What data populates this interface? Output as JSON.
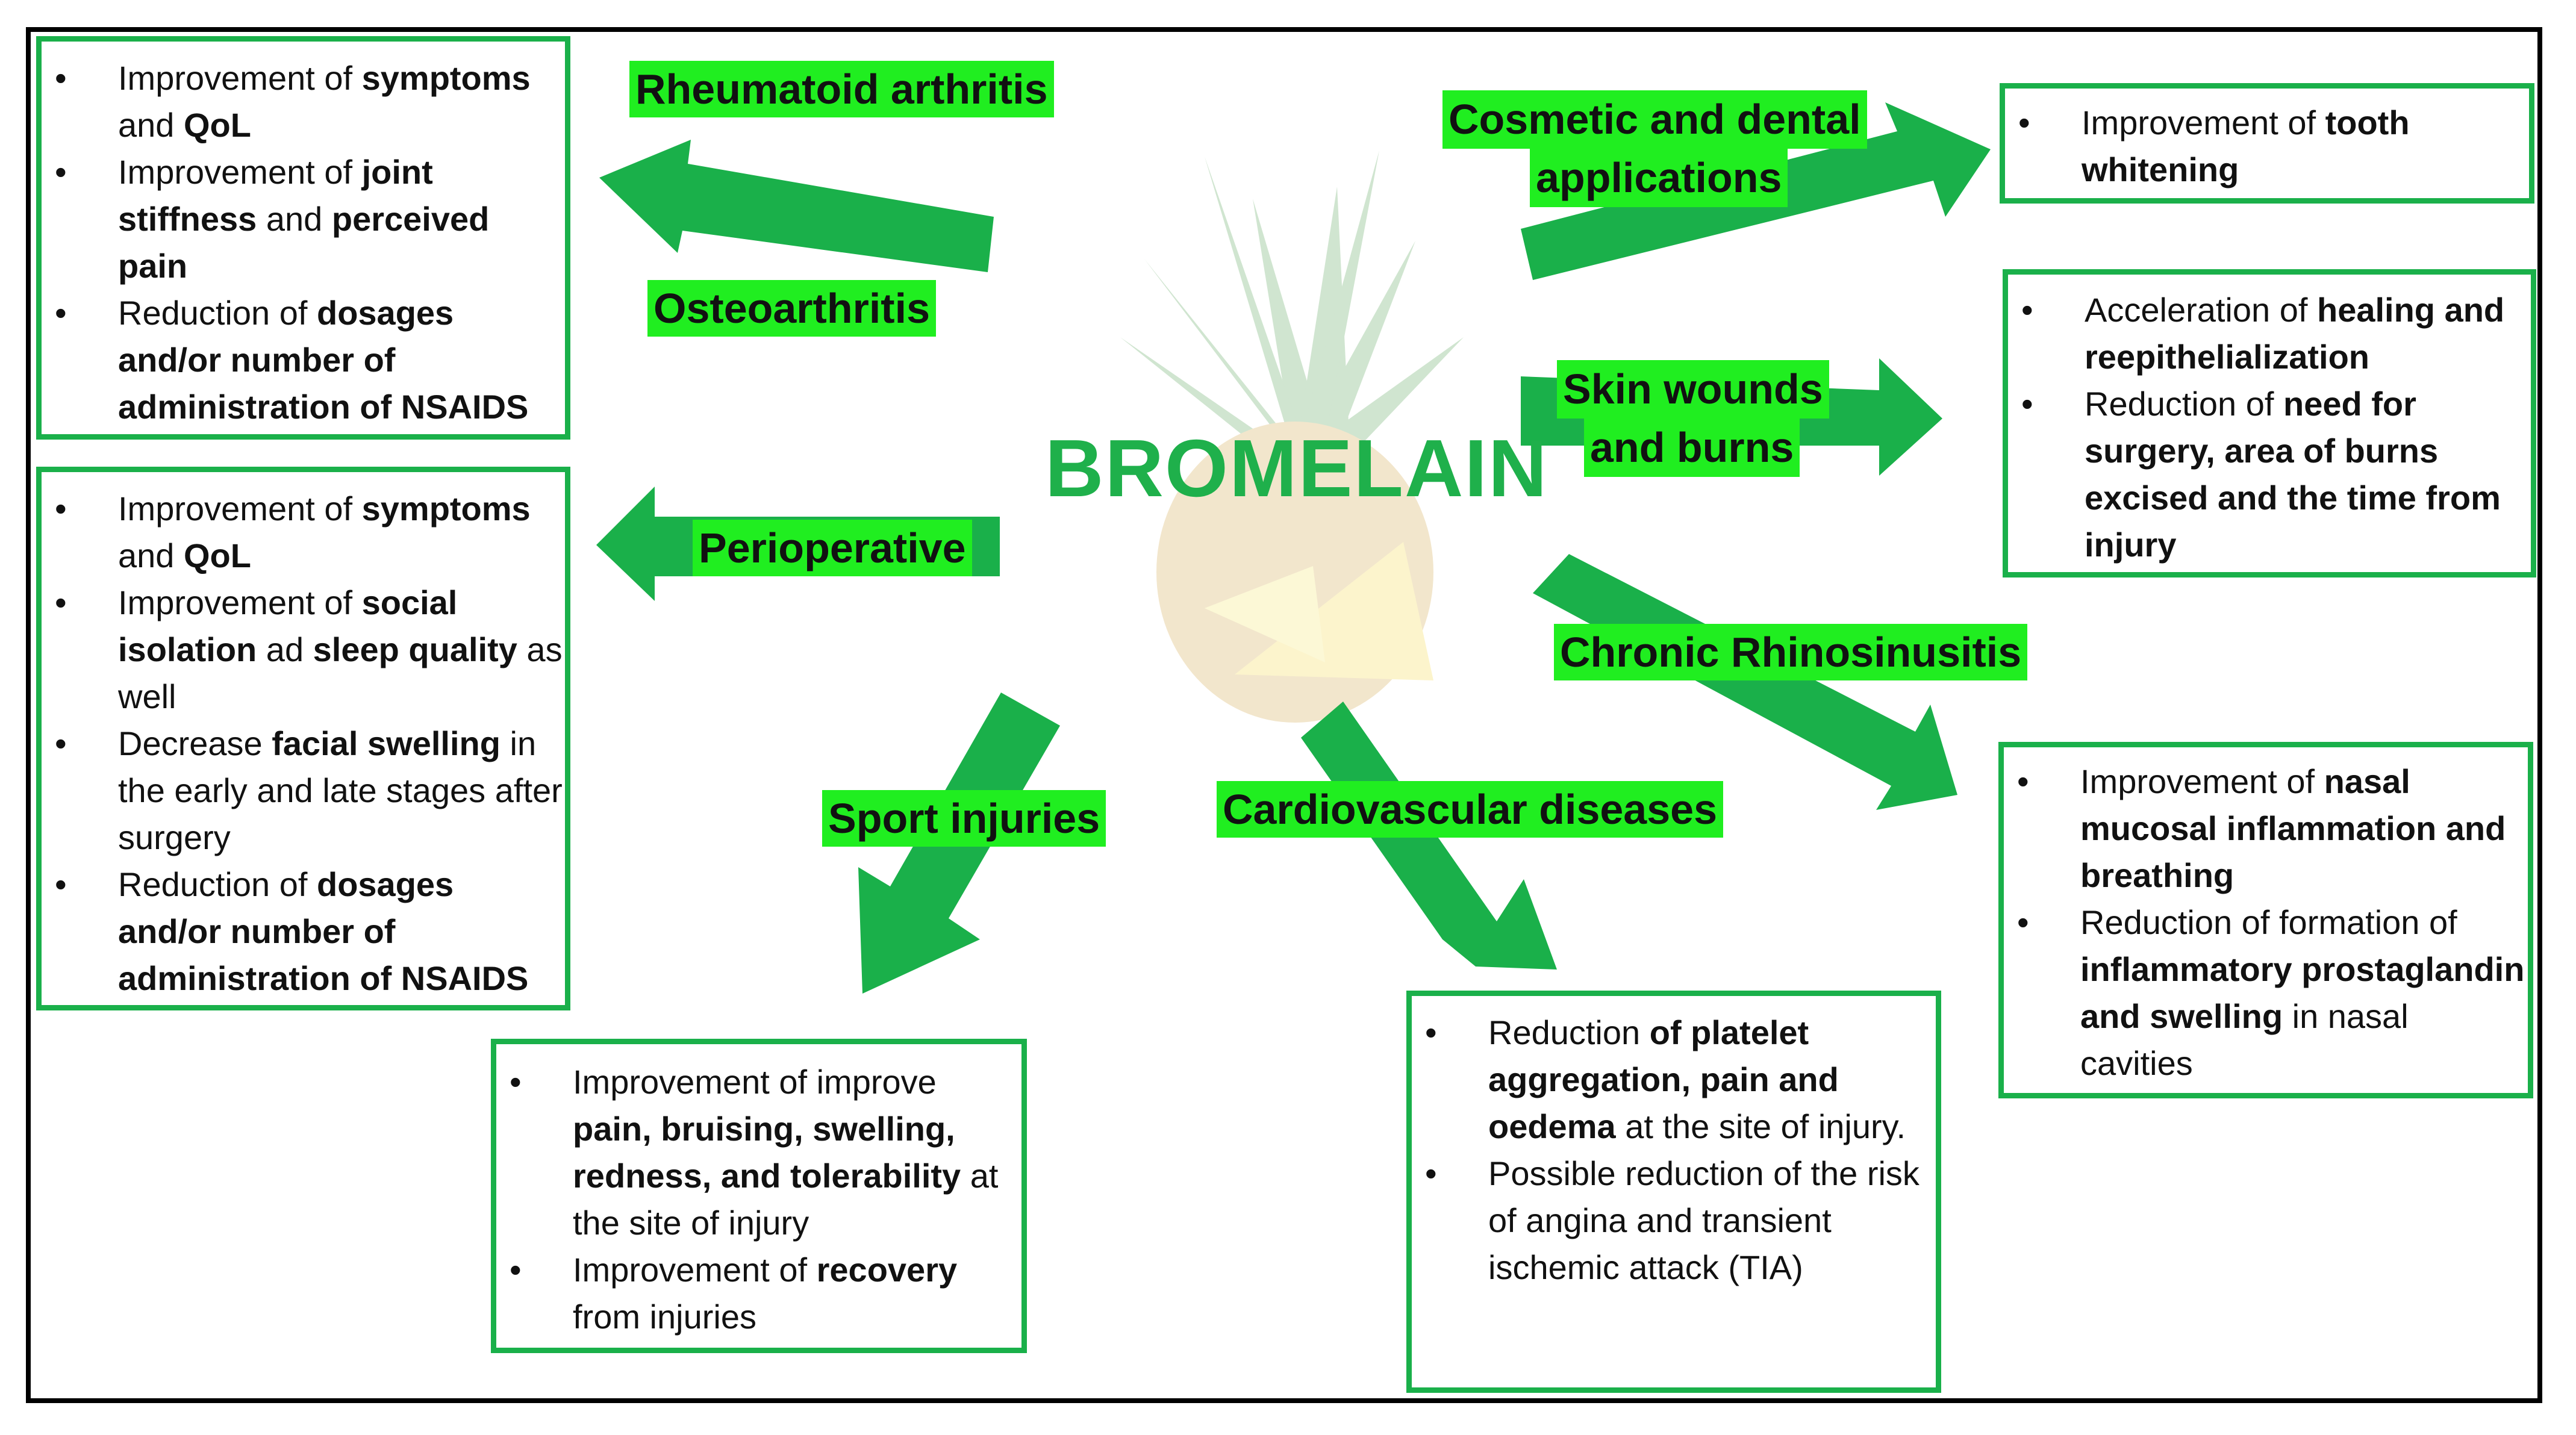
{
  "title": "BROMELAIN",
  "colors": {
    "arrow": "#1ab04a",
    "label_bg": "#20ee20",
    "title": "#1fb04b",
    "box_border": "#1ab04a"
  },
  "labels": {
    "rheumatoid": "Rheumatoid arthritis",
    "osteoarthritis": "Osteoarthritis",
    "perioperative": "Perioperative",
    "sport": "Sport injuries",
    "cardio": "Cardiovascular diseases",
    "cosmetic_1": "Cosmetic and dental",
    "cosmetic_2": "applications",
    "skin_1": "Skin wounds",
    "skin_2": "and burns",
    "rhino": "Chronic Rhinosinusitis"
  },
  "boxes": {
    "arthritis": [
      {
        "parts": [
          [
            "Improvement of",
            false
          ],
          [
            " ",
            false
          ],
          [
            "symptoms",
            true
          ],
          [
            " and ",
            false
          ],
          [
            "QoL",
            true
          ]
        ]
      },
      {
        "parts": [
          [
            "Improvement of ",
            false
          ],
          [
            "joint stiffness",
            true
          ],
          [
            " and ",
            false
          ],
          [
            "perceived pain",
            true
          ]
        ]
      },
      {
        "parts": [
          [
            "Reduction of ",
            false
          ],
          [
            "dosages and/or number of administration of NSAIDS",
            true
          ]
        ]
      }
    ],
    "perioperative": [
      {
        "parts": [
          [
            "Improvement of",
            false
          ],
          [
            " ",
            false
          ],
          [
            "symptoms",
            true
          ],
          [
            " and ",
            false
          ],
          [
            "QoL",
            true
          ]
        ]
      },
      {
        "parts": [
          [
            "Improvement of ",
            false
          ],
          [
            "social isolation",
            true
          ],
          [
            " ad ",
            false
          ],
          [
            "sleep quality",
            true
          ],
          [
            " as well",
            false
          ]
        ]
      },
      {
        "parts": [
          [
            "Decrease ",
            false
          ],
          [
            "facial swelling",
            true
          ],
          [
            " in the early and late stages after surgery",
            false
          ]
        ]
      },
      {
        "parts": [
          [
            "Reduction of ",
            false
          ],
          [
            "dosages and/or number of administration of NSAIDS",
            true
          ]
        ]
      }
    ],
    "sport": [
      {
        "parts": [
          [
            "Improvement of improve ",
            false
          ],
          [
            "pain, bruising, swelling, redness, and tolerability",
            true
          ],
          [
            " at the site of injury",
            false
          ]
        ]
      },
      {
        "parts": [
          [
            "Improvement of ",
            false
          ],
          [
            "recovery",
            true
          ],
          [
            " from injuries",
            false
          ]
        ]
      }
    ],
    "cardio": [
      {
        "parts": [
          [
            "Reduction ",
            false
          ],
          [
            "of platelet aggregation, pain and oedema",
            true
          ],
          [
            " at the site of injury.",
            false
          ]
        ]
      },
      {
        "parts": [
          [
            "Possible reduction of the risk of angina and transient ischemic attack (TIA)",
            false
          ]
        ]
      }
    ],
    "cosmetic": [
      {
        "parts": [
          [
            "Improvement of ",
            false
          ],
          [
            "tooth whitening",
            true
          ]
        ]
      }
    ],
    "skin": [
      {
        "parts": [
          [
            "Acceleration of ",
            false
          ],
          [
            "healing and reepithelialization",
            true
          ]
        ]
      },
      {
        "parts": [
          [
            "Reduction of ",
            false
          ],
          [
            "need for surgery, area of burns excised and the time from injury",
            true
          ]
        ]
      }
    ],
    "rhino": [
      {
        "parts": [
          [
            "Improvement of ",
            false
          ],
          [
            "nasal mucosal inflammation and breathing",
            true
          ]
        ]
      },
      {
        "parts": [
          [
            "Reduction of formation of ",
            false
          ],
          [
            "inflammatory prostaglandin and swelling",
            true
          ],
          [
            " in nasal cavities",
            false
          ]
        ]
      }
    ]
  }
}
